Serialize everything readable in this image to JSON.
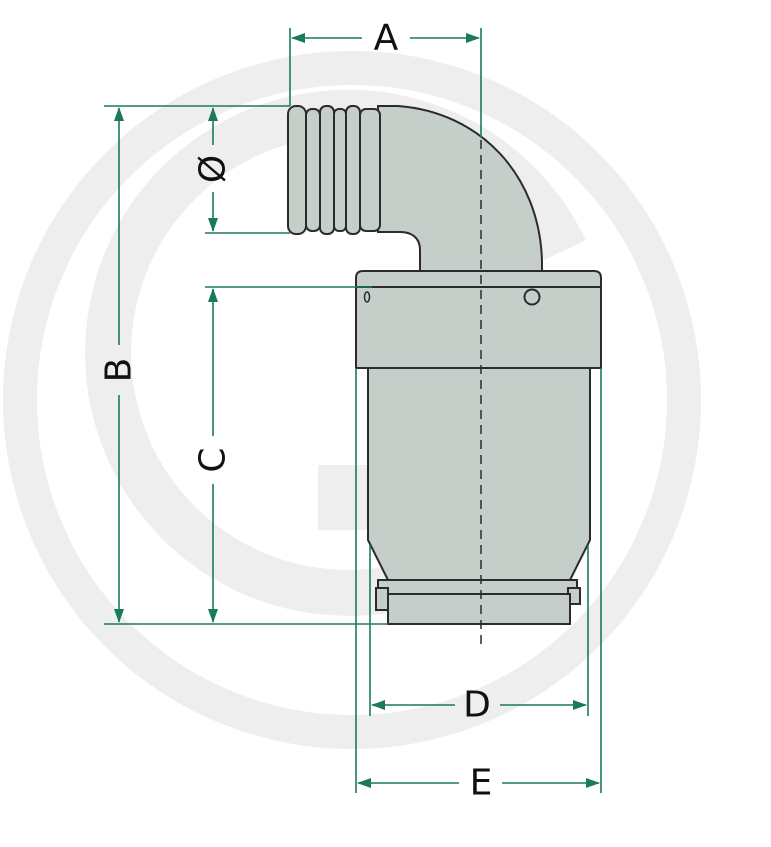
{
  "labels": {
    "a": "A",
    "b": "B",
    "c": "C",
    "d": "D",
    "e": "E",
    "diameter": "Ø"
  },
  "colors": {
    "body_fill": "#c5cec9",
    "outline": "#2b2b2b",
    "dimension": "#1a7a5c",
    "watermark": "#eeeeee",
    "text": "#111111"
  }
}
